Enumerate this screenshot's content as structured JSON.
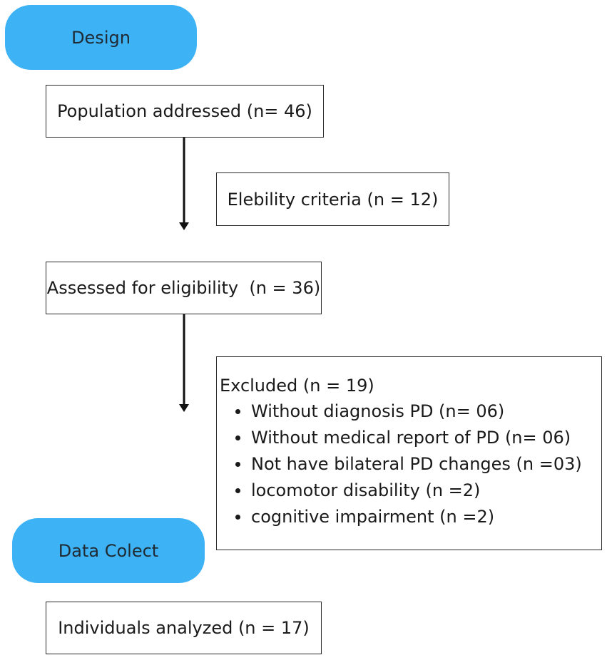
{
  "stages": {
    "design": "Design",
    "data_collect": "Data Colect"
  },
  "boxes": {
    "population": "Population addressed (n= 46)",
    "eligibility_criteria": "Elebility criteria (n = 12)",
    "assessed": "Assessed for eligibility  (n = 36)",
    "analyzed": "Individuals analyzed (n = 17)"
  },
  "excluded": {
    "title": "Excluded (n = 19)",
    "items": [
      "Without diagnosis PD (n= 06)",
      "Without medical report of PD (n= 06)",
      "Not have bilateral PD changes (n =03)",
      "locomotor disability (n =2)",
      "cognitive impairment (n =2)"
    ]
  },
  "colors": {
    "stage_fill": "#3db3f5",
    "box_border": "#2a2a2a"
  }
}
